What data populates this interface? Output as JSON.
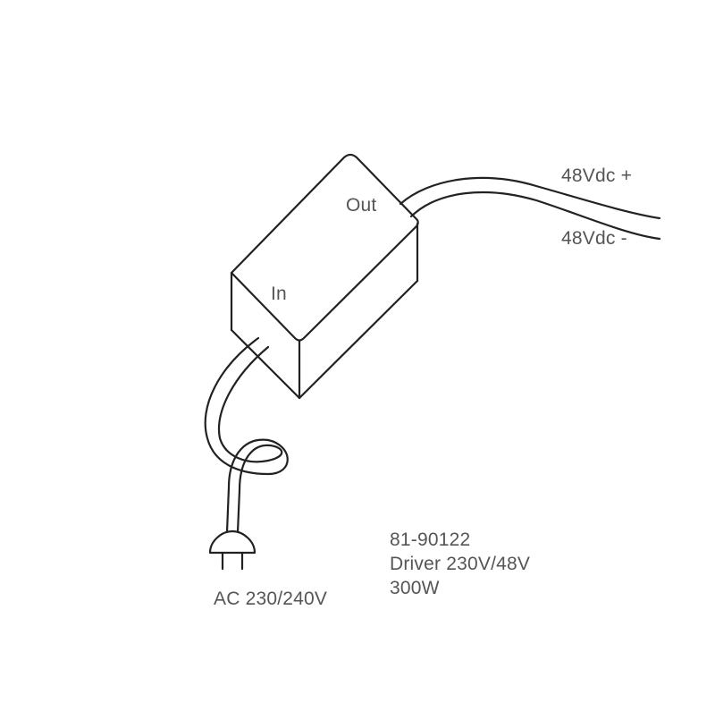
{
  "diagram": {
    "type": "wiring-illustration",
    "box": {
      "input_label": "In",
      "output_label": "Out"
    },
    "outputs": {
      "positive_label": "48Vdc +",
      "negative_label": "48Vdc -"
    },
    "input": {
      "plug_label": "AC 230/240V"
    },
    "spec": {
      "part_number": "81-90122",
      "description": "Driver 230V/48V",
      "power": "300W"
    },
    "colors": {
      "line": "#222222",
      "text": "#555555",
      "background": "#ffffff"
    }
  }
}
